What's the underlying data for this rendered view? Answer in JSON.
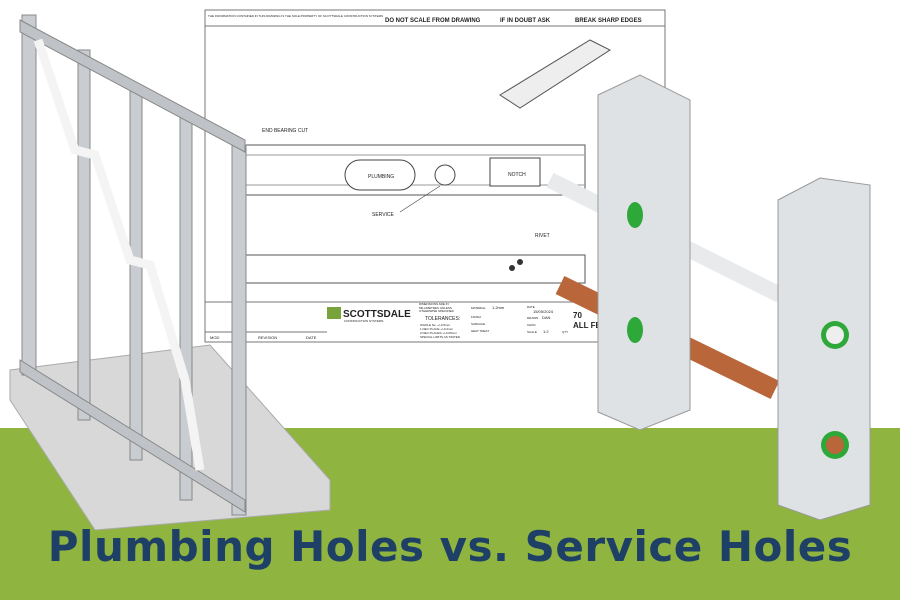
{
  "colors": {
    "band": "#8fb43f",
    "title": "#1e3f66",
    "copper": "#b8663a",
    "grommet": "#2fa83a",
    "steel": "#d9dcdf"
  },
  "drawing": {
    "header_notice": "THE INFORMATION CONTAINED IN THIS DRAWING IS THE SOLE PROPERTY OF SCOTTSDALE CONSTRUCTION SYSTEMS",
    "no_scale": "DO NOT SCALE FROM DRAWING",
    "doubt": "IF IN DOUBT ASK",
    "edges": "BREAK SHARP EDGES",
    "labels": {
      "end_cut": "END BEARING CUT",
      "plumbing": "PLUMBING",
      "service": "SERVICE",
      "notch": "NOTCH",
      "rivet": "RIVET"
    },
    "title_block": {
      "brand": "SCOTTSDALE",
      "brand_sub": "CONSTRUCTION SYSTEMS",
      "dims_note": "DIMENSIONS ARE IN MILLIMETRES UNLESS OTHERWISE SPECIFIED",
      "tolerances": "TOLERANCES:",
      "tol_lines": [
        "WHOLE No. +/-0.5mm",
        "1 DEC PLACE +/-0.2mm",
        "2 DEC PLACES +/-0.05mm",
        "SPECIAL LIMITS AS STATED"
      ],
      "material_label": "MATERIAL",
      "material": "1.2mm",
      "finish": "FINISH",
      "surface": "SURFACE",
      "heat_treat": "HEAT TREAT",
      "date_label": "DATE",
      "date": "15/05/2024",
      "drawn_label": "DRAWN",
      "drawn": "DAN",
      "check_label": "CHKD",
      "scale_label": "SCALE",
      "scale": "1:2",
      "qty": "QTY",
      "part": "70",
      "desc": "ALL FE",
      "mod": "MOD",
      "revision": "REVISION",
      "rev_date": "DATE"
    }
  },
  "headline": "Plumbing Holes vs. Service Holes"
}
